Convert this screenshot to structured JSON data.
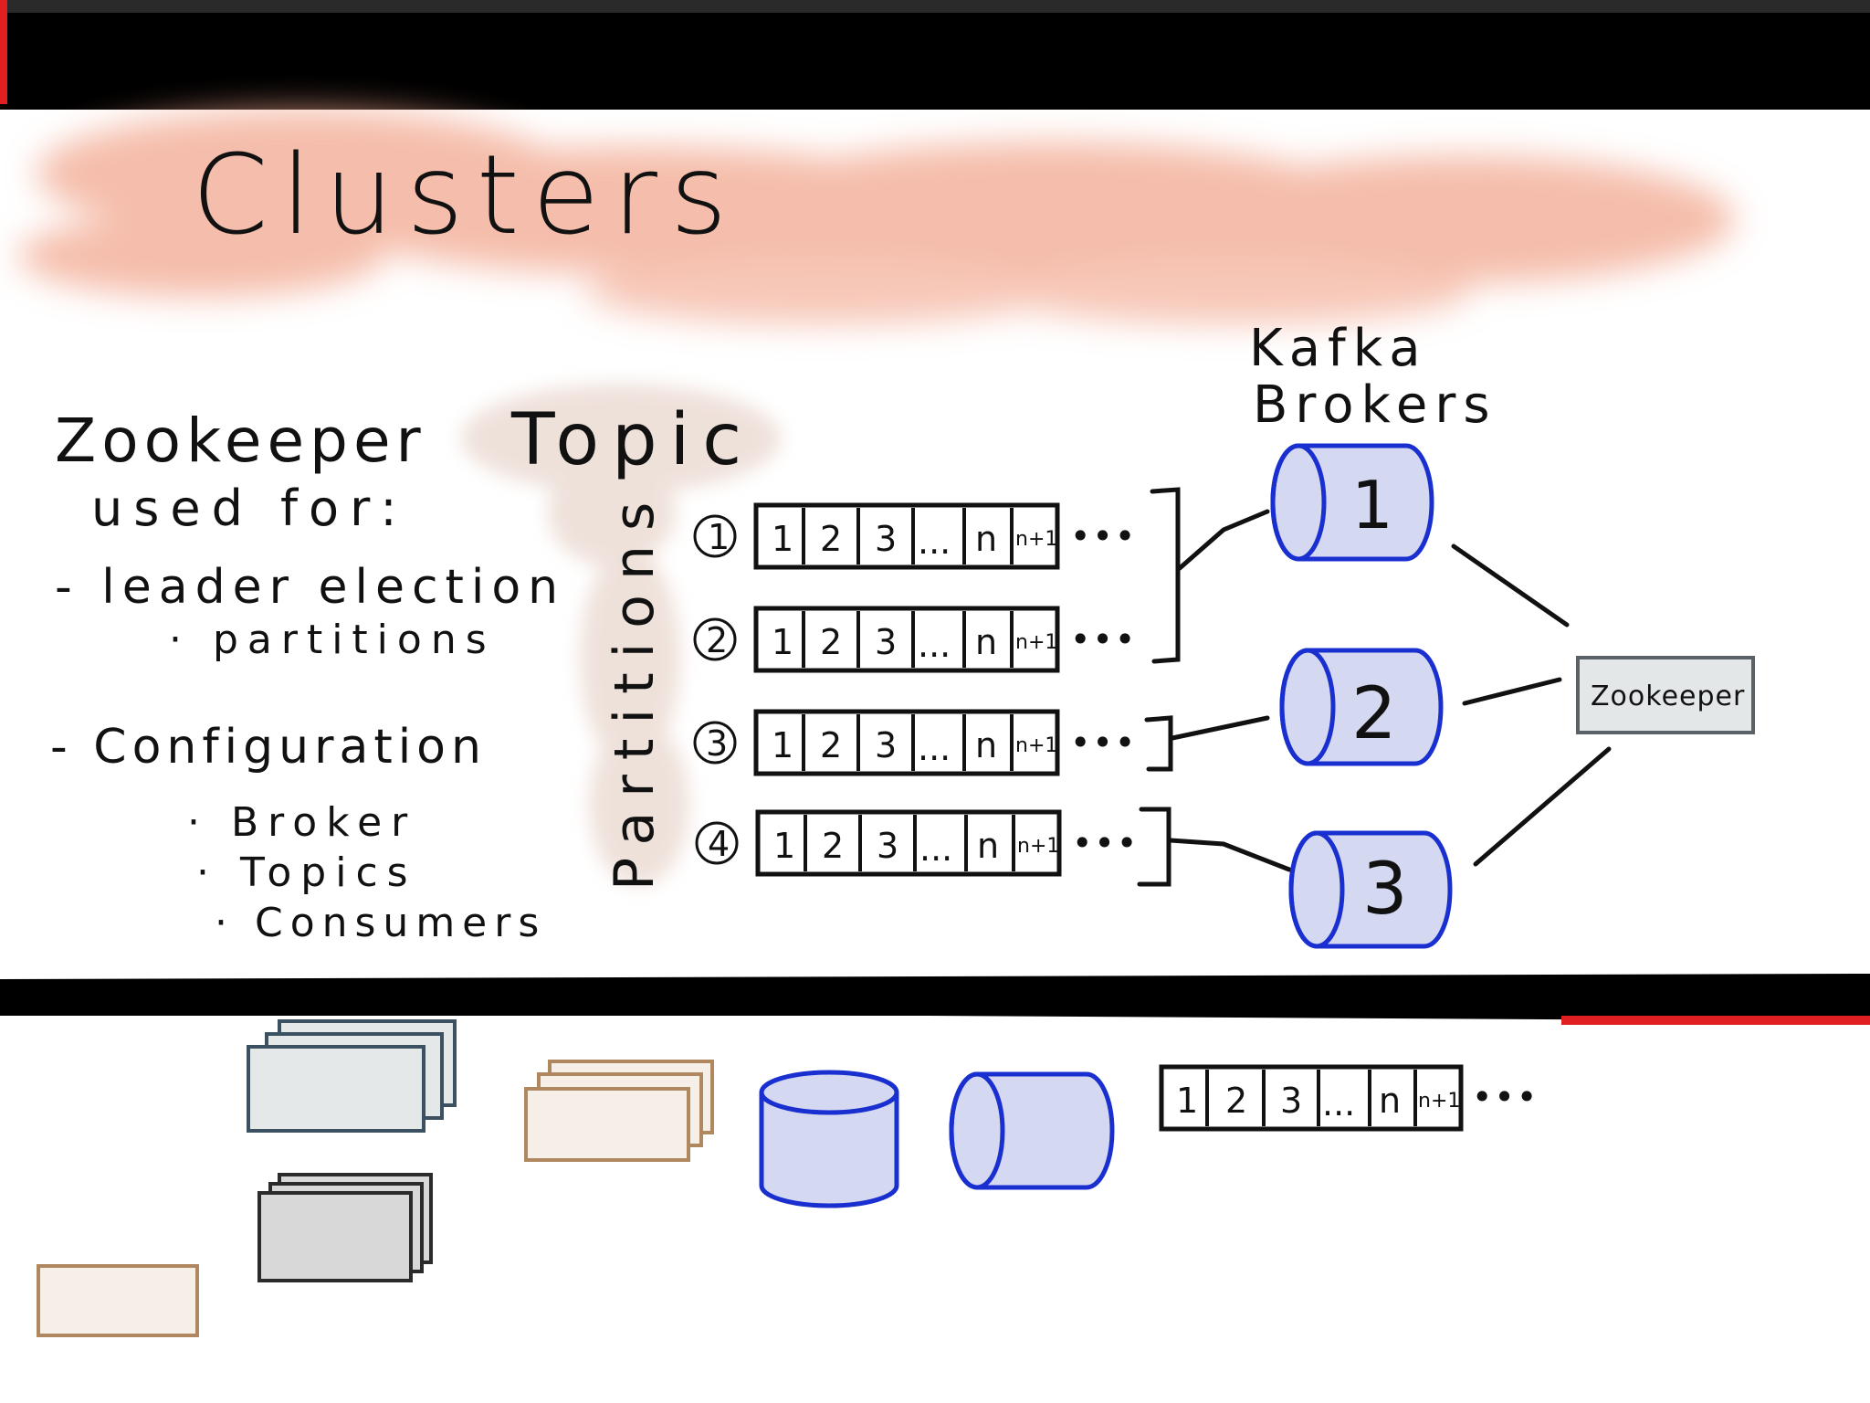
{
  "title": "Clusters",
  "zookeeper_notes": {
    "heading_line1": "Zookeeper",
    "heading_line2": "used for:",
    "items": [
      {
        "label": "- leader election",
        "subitems": [
          "· partitions"
        ]
      },
      {
        "label": "- Configuration",
        "subitems": [
          "· Broker",
          "· Topics",
          "· Consumers"
        ]
      }
    ]
  },
  "topic_label": "Topic",
  "partitions_label": "Partitions",
  "partitions": [
    {
      "number": "1",
      "cells": [
        "1",
        "2",
        "3",
        "...",
        "n",
        "n+1"
      ],
      "ellipsis": "•••"
    },
    {
      "number": "2",
      "cells": [
        "1",
        "2",
        "3",
        "...",
        "n",
        "n+1"
      ],
      "ellipsis": "•••"
    },
    {
      "number": "3",
      "cells": [
        "1",
        "2",
        "3",
        "...",
        "n",
        "n+1"
      ],
      "ellipsis": "•••"
    },
    {
      "number": "4",
      "cells": [
        "1",
        "2",
        "3",
        "...",
        "n",
        "n+1"
      ],
      "ellipsis": "•••"
    }
  ],
  "brokers_label_line1": "Kafka",
  "brokers_label_line2": "Brokers",
  "brokers": [
    {
      "number": "1"
    },
    {
      "number": "2"
    },
    {
      "number": "3"
    }
  ],
  "zookeeper_box_label": "Zookeeper",
  "palette_log": {
    "cells": [
      "1",
      "2",
      "3",
      "...",
      "n",
      "n+1"
    ],
    "ellipsis": "•••"
  },
  "colors": {
    "header_bar": "#000000",
    "title_wash": "#f2a78f",
    "topic_wash": "#ecdcd4",
    "broker_fill": "#d4d8f0",
    "broker_stroke": "#1a2fd0",
    "zk_box_fill": "#e4e7e8",
    "zk_box_stroke": "#5a6268",
    "card_tan_stroke": "#b08860",
    "card_tan_fill": "#f6efe8",
    "card_gray_stroke": "#2b2b2b",
    "card_gray_fill": "#d8d8d8",
    "accent_red": "#e02020"
  }
}
